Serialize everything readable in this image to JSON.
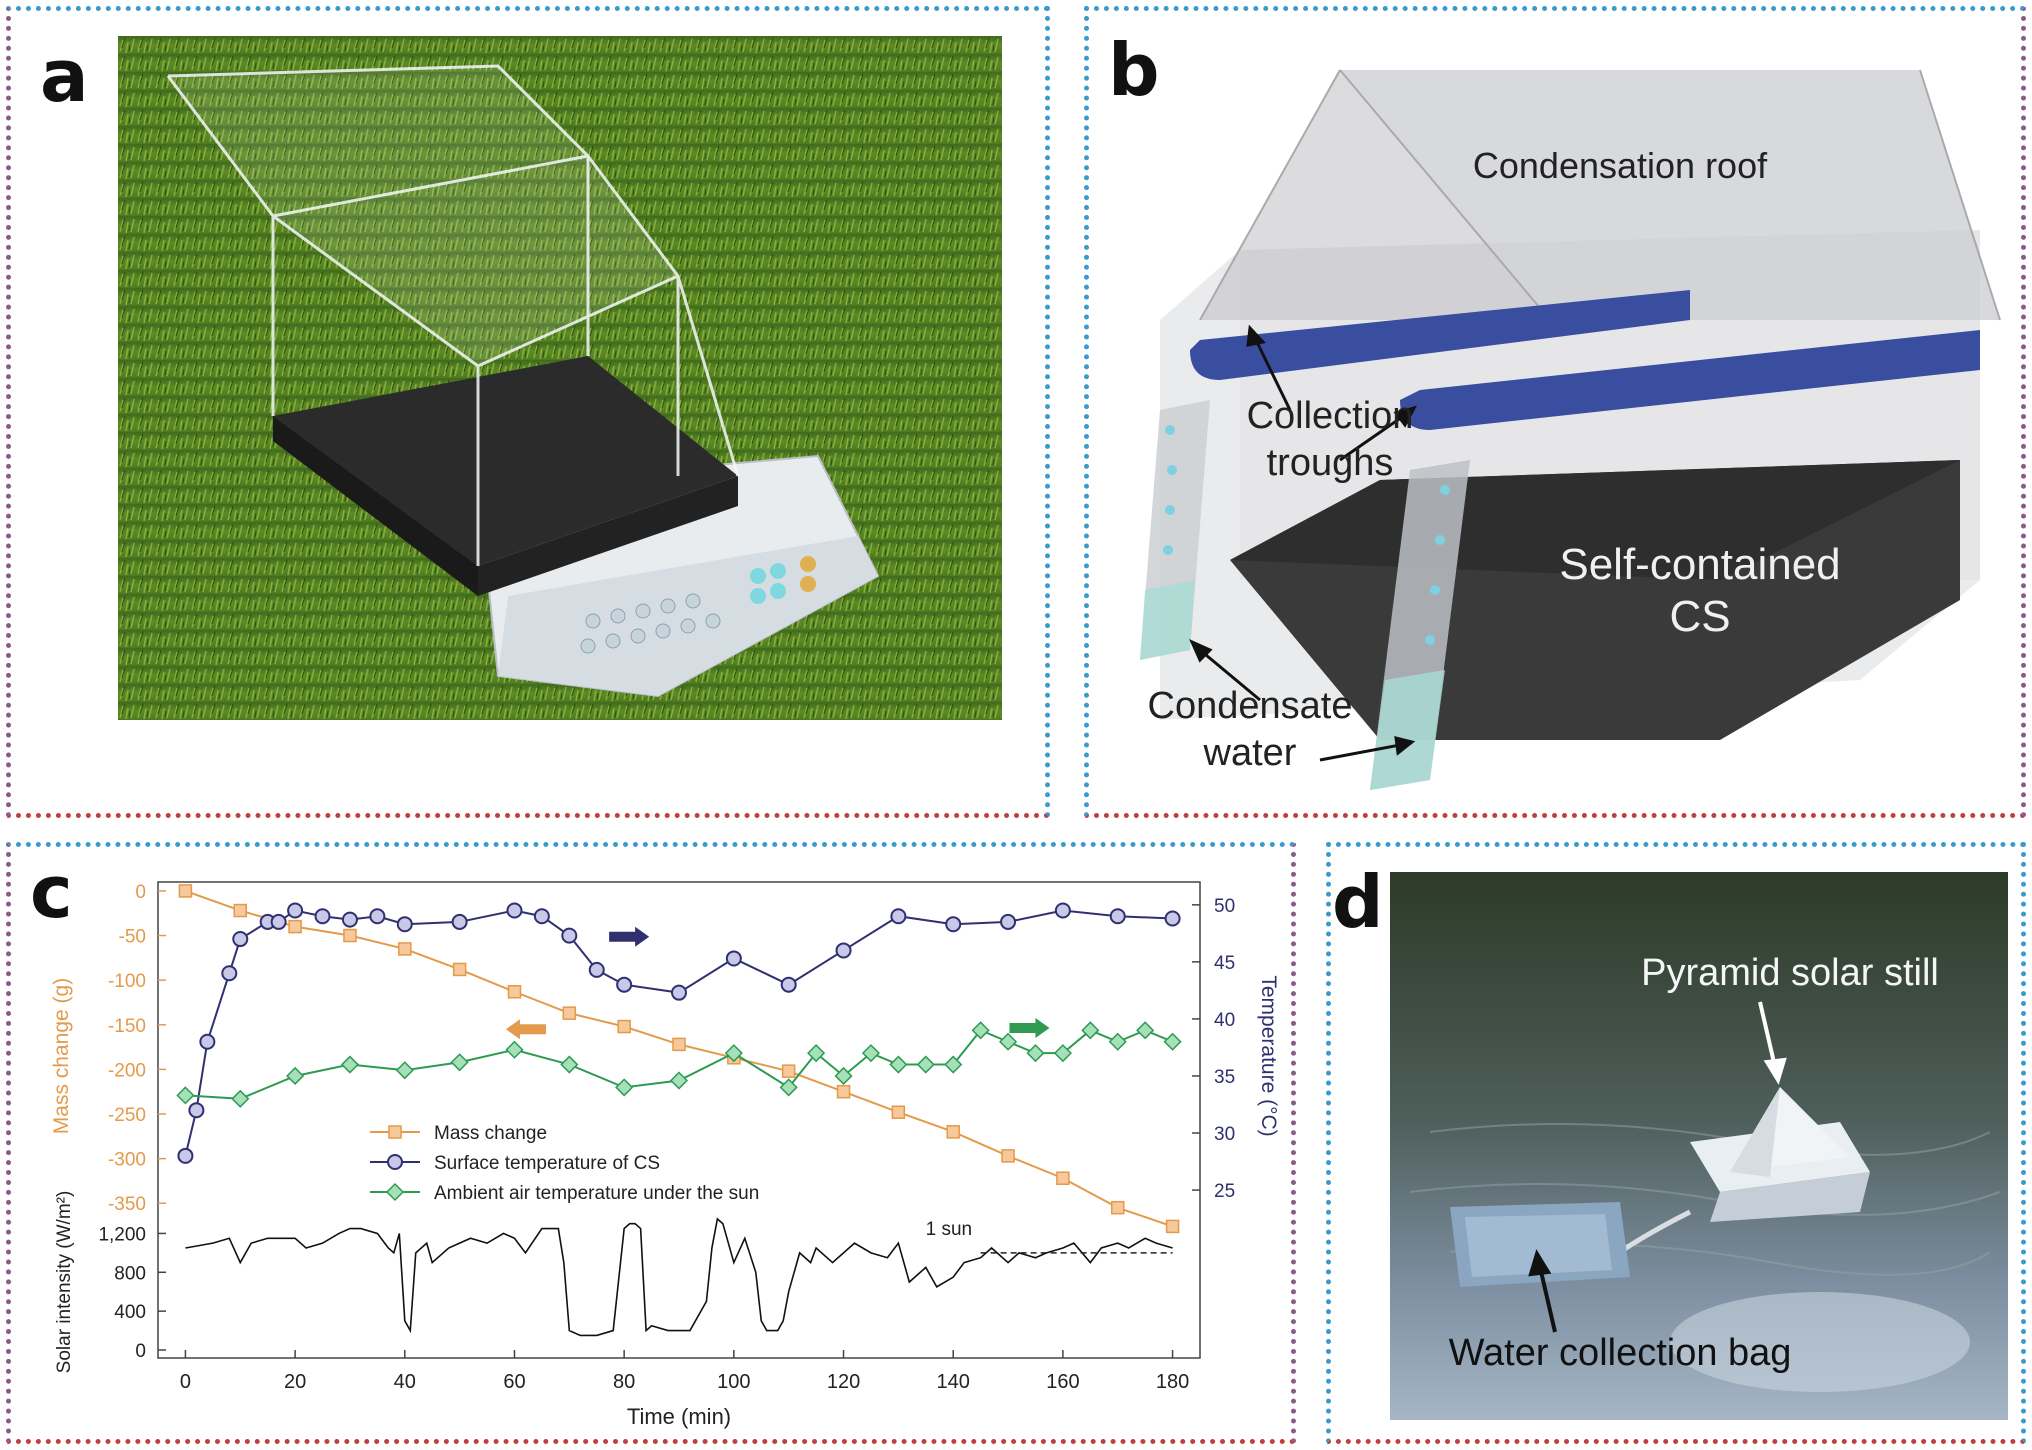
{
  "panels": {
    "a": {
      "label": "a"
    },
    "b": {
      "label": "b",
      "roof_label": "Condensation roof",
      "troughs_label_line1": "Collection",
      "troughs_label_line2": "troughs",
      "cs_label_line1": "Self-contained",
      "cs_label_line2": "CS",
      "water_label_line1": "Condensate",
      "water_label_line2": "water"
    },
    "c": {
      "label": "c",
      "left_axis_label": "Mass change (g)",
      "right_axis_label": "Temperature (°C)",
      "solar_axis_label": "Solar intensity (W/m²)",
      "x_axis_label": "Time (min)",
      "one_sun_label": "1 sun"
    },
    "d": {
      "label": "d",
      "still_label": "Pyramid solar still",
      "bag_label": "Water collection bag"
    }
  },
  "colors": {
    "mass": "#e39a4a",
    "surface": "#303070",
    "ambient": "#2e9a52",
    "solar": "#111111",
    "frame_blue": "#3a9ad0",
    "frame_red": "#c0403a"
  },
  "chart_data": {
    "type": "line",
    "xlabel": "Time (min)",
    "xlim": [
      -5,
      185
    ],
    "x_ticks": [
      "0",
      "20",
      "40",
      "60",
      "80",
      "100",
      "120",
      "140",
      "160",
      "180"
    ],
    "left_axis": {
      "label": "Mass change (g)",
      "ylim": [
        -380,
        10
      ],
      "ticks": [
        "0",
        "-50",
        "-100",
        "-150",
        "-200",
        "-250",
        "-300",
        "-350"
      ]
    },
    "right_axis": {
      "label": "Temperature (°C)",
      "ylim": [
        21.5,
        52
      ],
      "ticks": [
        "50",
        "45",
        "40",
        "35",
        "30",
        "25"
      ]
    },
    "solar_axis": {
      "label": "Solar intensity (W/m²)",
      "ylim": [
        0,
        1400
      ],
      "ticks": [
        "0",
        "400",
        "800",
        "1,200"
      ]
    },
    "legend": {
      "placement": "middle-center"
    },
    "series": [
      {
        "name": "Mass change",
        "axis": "left",
        "marker": "square",
        "x": [
          0,
          10,
          20,
          30,
          40,
          50,
          60,
          70,
          80,
          90,
          100,
          110,
          120,
          130,
          140,
          150,
          160,
          170,
          180
        ],
        "y": [
          0,
          -22,
          -40,
          -50,
          -65,
          -88,
          -113,
          -137,
          -152,
          -172,
          -187,
          -202,
          -225,
          -248,
          -270,
          -297,
          -322,
          -355,
          -376
        ]
      },
      {
        "name": "Surface temperature of CS",
        "axis": "right",
        "marker": "circle",
        "x": [
          0,
          2,
          4,
          8,
          10,
          15,
          17,
          20,
          25,
          30,
          35,
          40,
          50,
          60,
          65,
          70,
          75,
          80,
          90,
          100,
          110,
          120,
          130,
          140,
          150,
          160,
          170,
          180
        ],
        "y": [
          28,
          32,
          38,
          44,
          47,
          48.5,
          48.5,
          49.5,
          49,
          48.7,
          49,
          48.3,
          48.5,
          49.5,
          49,
          47.3,
          44.3,
          43,
          42.3,
          45.3,
          43,
          46,
          49,
          48.3,
          48.5,
          49.5,
          49,
          48.8
        ]
      },
      {
        "name": "Ambient air temperature under the sun",
        "axis": "right",
        "marker": "diamond",
        "x": [
          0,
          10,
          20,
          30,
          40,
          50,
          60,
          70,
          80,
          90,
          100,
          110,
          115,
          120,
          125,
          130,
          135,
          140,
          145,
          150,
          155,
          160,
          165,
          170,
          175,
          180
        ],
        "y": [
          33.3,
          33,
          35,
          36,
          35.5,
          36.2,
          37.3,
          36,
          34,
          34.6,
          37,
          34,
          37,
          35,
          37,
          36,
          36,
          36,
          39,
          38,
          37,
          37,
          39,
          38,
          39,
          38
        ]
      },
      {
        "name": "Solar intensity",
        "axis": "solar",
        "marker": "none",
        "x": [
          0,
          5,
          8,
          10,
          12,
          15,
          20,
          22,
          25,
          28,
          30,
          32,
          35,
          37,
          38,
          39,
          40,
          41,
          42,
          44,
          45,
          48,
          50,
          52,
          55,
          58,
          60,
          62,
          65,
          68,
          69,
          70,
          72,
          75,
          78,
          80,
          81,
          82,
          83,
          84,
          85,
          88,
          90,
          92,
          95,
          96,
          97,
          98,
          100,
          102,
          104,
          105,
          106,
          108,
          109,
          110,
          112,
          114,
          115,
          118,
          120,
          122,
          125,
          128,
          130,
          132,
          135,
          137,
          140,
          142,
          145,
          147,
          150,
          152,
          155,
          157,
          160,
          162,
          165,
          167,
          170,
          172,
          175,
          177,
          180
        ],
        "y": [
          1050,
          1100,
          1150,
          900,
          1100,
          1150,
          1150,
          1050,
          1100,
          1200,
          1250,
          1250,
          1200,
          1050,
          1000,
          1200,
          300,
          200,
          1000,
          1100,
          900,
          1050,
          1100,
          1150,
          1100,
          1200,
          1150,
          1000,
          1250,
          1250,
          900,
          200,
          150,
          150,
          200,
          1250,
          1300,
          1300,
          1250,
          200,
          250,
          200,
          200,
          200,
          500,
          1050,
          1350,
          1300,
          900,
          1150,
          800,
          300,
          200,
          200,
          300,
          600,
          1000,
          900,
          1050,
          900,
          1000,
          1100,
          1000,
          950,
          1100,
          700,
          850,
          650,
          750,
          900,
          950,
          1050,
          900,
          1000,
          950,
          1000,
          1050,
          1100,
          900,
          1050,
          1100,
          1050,
          1150,
          1100,
          1050
        ]
      }
    ],
    "reference_lines": [
      {
        "axis": "solar",
        "y": 1000,
        "from_x": 145,
        "to_x": 180,
        "label": "1 sun",
        "style": "dashed"
      }
    ],
    "arrows": [
      {
        "series": "Surface temperature of CS",
        "direction": "right",
        "color": "#303070"
      },
      {
        "series": "Mass change",
        "direction": "left",
        "color": "#e39a4a"
      },
      {
        "series": "Ambient air temperature under the sun",
        "direction": "right",
        "color": "#2e9a52"
      }
    ]
  }
}
